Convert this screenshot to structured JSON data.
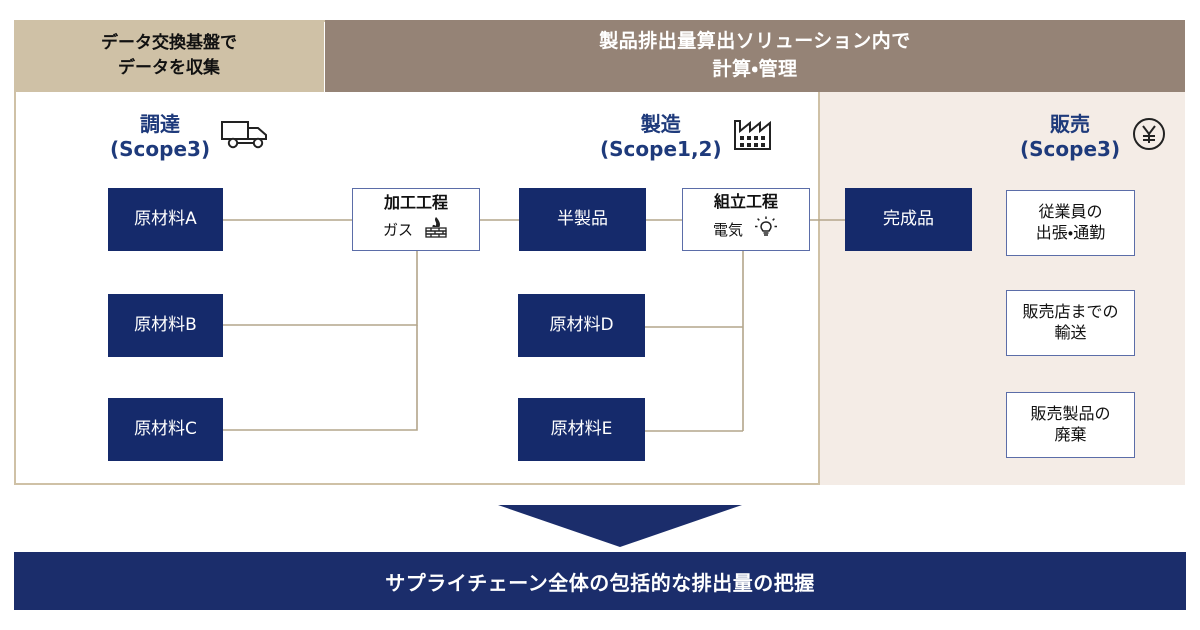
{
  "headers": {
    "left": "データ交換基盤で\nデータを収集",
    "left_line1": "データ交換基盤で",
    "left_line2": "データを収集",
    "right_line1": "製品排出量算出ソリューション内で",
    "right_line2": "計算・管理"
  },
  "sections": [
    {
      "id": "procurement",
      "line1": "調達",
      "line2": "(Scope3)",
      "icon": "truck-icon"
    },
    {
      "id": "manufacturing",
      "line1": "製造",
      "line2": "(Scope1,2)",
      "icon": "factory-icon"
    },
    {
      "id": "sales",
      "line1": "販売",
      "line2": "(Scope3)",
      "icon": "yen-coin-icon"
    }
  ],
  "materials_left": [
    {
      "label": "原材料A"
    },
    {
      "label": "原材料B"
    },
    {
      "label": "原材料C"
    }
  ],
  "materials_mid": [
    {
      "label": "原材料D"
    },
    {
      "label": "原材料E"
    }
  ],
  "process_flow": [
    {
      "label": "加工工程",
      "sub": "ガス",
      "icon": "gas-flame-icon",
      "style": "outline"
    },
    {
      "label": "半製品",
      "sub": "",
      "icon": "",
      "style": "navy"
    },
    {
      "label": "組立工程",
      "sub": "電気",
      "icon": "light-bulb-icon",
      "style": "outline"
    },
    {
      "label": "完成品",
      "sub": "",
      "icon": "",
      "style": "navy"
    }
  ],
  "sales_items": [
    {
      "line1": "従業員の",
      "line2": "出張・通勤"
    },
    {
      "line1": "販売店までの",
      "line2": "輸送"
    },
    {
      "line1": "販売製品の",
      "line2": "廃棄"
    }
  ],
  "bottom_banner": "サプライチェーン全体の包括的な排出量の把握",
  "colors": {
    "navy": "#152a6b",
    "banner_navy": "#1b2d6b",
    "tan": "#cfc1a6",
    "brown": "#958376",
    "beige": "#f4ece6",
    "title_blue": "#1e3a7b",
    "outline_border": "#5b6da8",
    "wire": "#b3a58b"
  }
}
